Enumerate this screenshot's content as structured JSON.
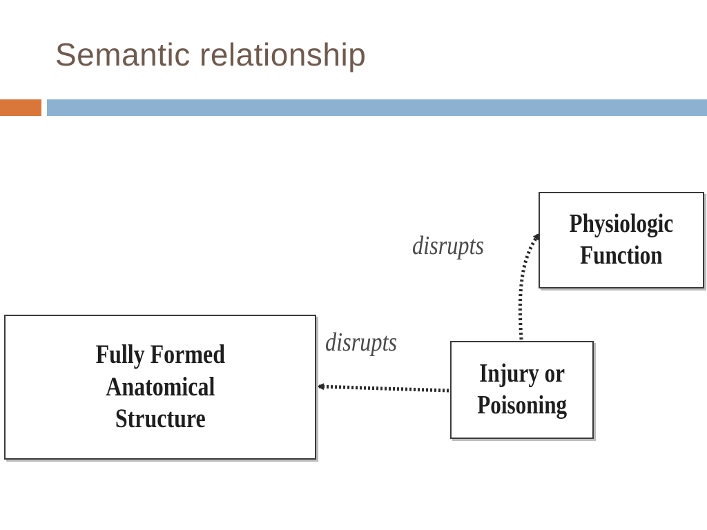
{
  "slide": {
    "title": "Semantic relationship",
    "accent_colors": {
      "orange": "#d9773b",
      "blue": "#8cb1d1",
      "title_text": "#6e5a4e"
    }
  },
  "diagram": {
    "nodes": {
      "physiologic_function": "Physiologic\nFunction",
      "anatomical_structure": "Fully Formed\nAnatomical\nStructure",
      "injury_or_poisoning": "Injury or\nPoisoning"
    },
    "edges": [
      {
        "from": "Injury or Poisoning",
        "to": "Physiologic Function",
        "label": "disrupts",
        "style": "dotted"
      },
      {
        "from": "Injury or Poisoning",
        "to": "Fully Formed Anatomical Structure",
        "label": "disrupts",
        "style": "dotted"
      }
    ],
    "edge_label_top": "disrupts",
    "edge_label_left": "disrupts"
  }
}
